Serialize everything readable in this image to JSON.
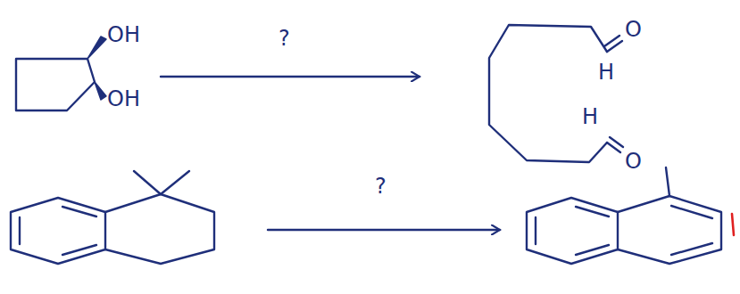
{
  "diagram": {
    "labels": [
      "OH",
      "OH",
      "?",
      "O",
      "H",
      "H",
      "O",
      "?"
    ]
  }
}
